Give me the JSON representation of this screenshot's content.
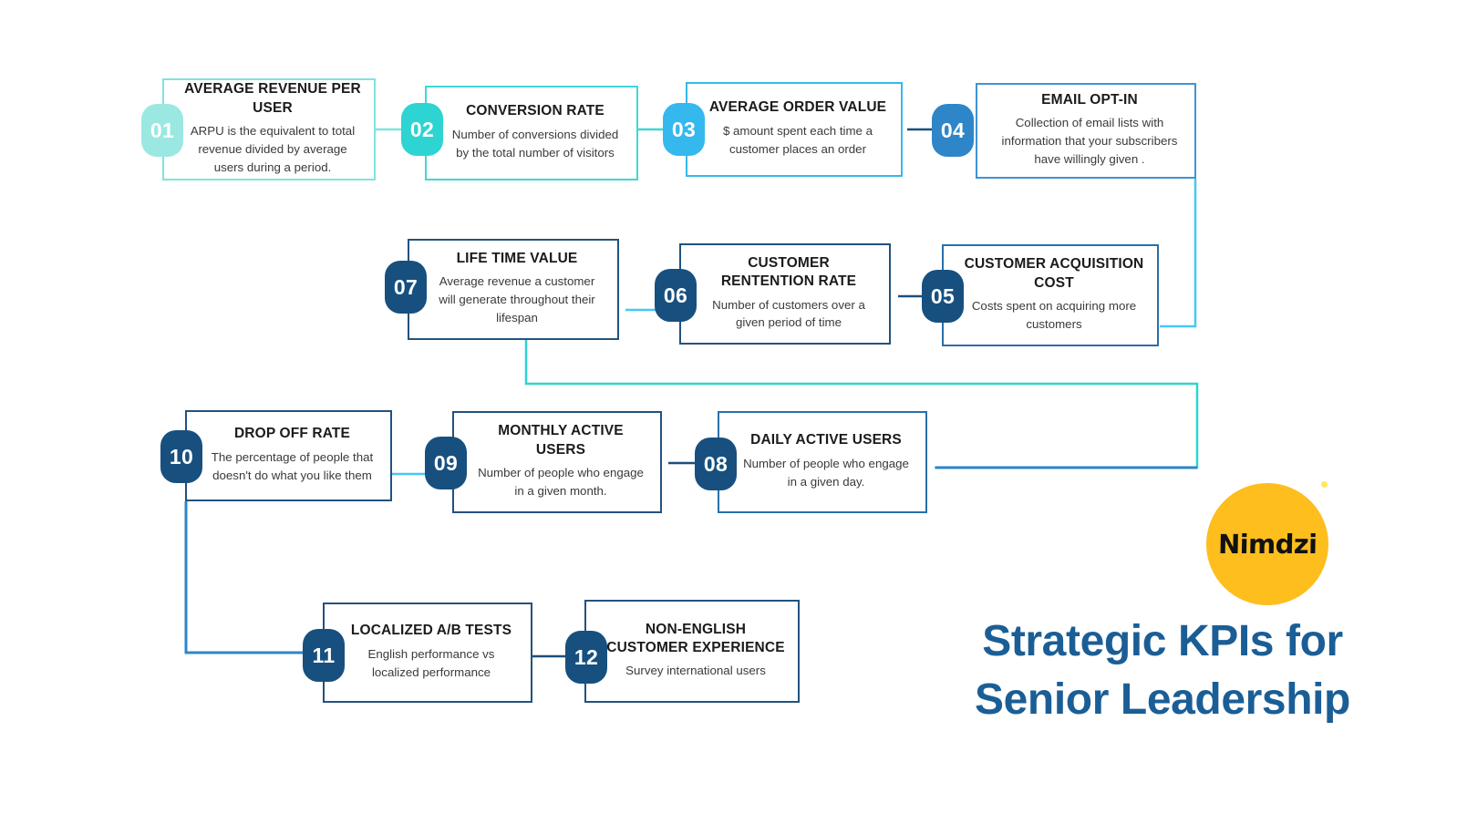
{
  "brand": {
    "logo_text": "Nimdzi",
    "logo_bg": "#FDBE1E",
    "logo_dot_color": "#FFE95C",
    "logo_icon": "nimdzi-circle-logo"
  },
  "headline": {
    "line1": "Strategic KPIs for",
    "line2": "Senior Leadership",
    "color": "#1B5E96"
  },
  "palette": {
    "pale_teal": "#7FE3DF",
    "teal": "#2ED4D2",
    "sky": "#35B8EE",
    "blue": "#2E86C8",
    "steel_blue": "#2F7DBF",
    "navy": "#1B4F7E",
    "deep_navy": "#164C7E",
    "text_dark": "#1b1b1b",
    "text_body": "#3a3a3a"
  },
  "cards": [
    {
      "number": "01",
      "title": "AVERAGE REVENUE PER USER",
      "description": "ARPU is the equivalent to total revenue divided by average users during a period.",
      "border_color": "#7FE3DF",
      "badge_color": "#9BE8E3"
    },
    {
      "number": "02",
      "title": "CONVERSION RATE",
      "description": "Number of conversions divided by the total number of visitors",
      "border_color": "#3FD7D4",
      "badge_color": "#2ED4D2"
    },
    {
      "number": "03",
      "title": "AVERAGE ORDER VALUE",
      "description": "$ amount spent each time a customer places an order",
      "border_color": "#35B8EE",
      "badge_color": "#35B8EE"
    },
    {
      "number": "04",
      "title": "EMAIL OPT-IN",
      "description": "Collection of email lists with information that your subscribers have willingly given .",
      "border_color": "#3E93D6",
      "badge_color": "#2E86C8"
    },
    {
      "number": "05",
      "title": "CUSTOMER ACQUISITION COST",
      "description": "Costs spent on acquiring more customers",
      "border_color": "#2A6FA8",
      "badge_color": "#17507F"
    },
    {
      "number": "06",
      "title": "CUSTOMER RENTENTION RATE",
      "description": "Number of customers  over a given period of time",
      "border_color": "#22527F",
      "badge_color": "#17507F"
    },
    {
      "number": "07",
      "title": "LIFE TIME VALUE",
      "description": "Average revenue  a customer will generate throughout their lifespan",
      "border_color": "#22527F",
      "badge_color": "#17507F"
    },
    {
      "number": "08",
      "title": "DAILY ACTIVE USERS",
      "description": "Number of people who engage in a given day.",
      "border_color": "#2A6FA8",
      "badge_color": "#17507F"
    },
    {
      "number": "09",
      "title": "MONTHLY ACTIVE USERS",
      "description": "Number of people who engage in a given month.",
      "border_color": "#22527F",
      "badge_color": "#17507F"
    },
    {
      "number": "10",
      "title": "DROP OFF RATE",
      "description": "The percentage of people that doesn't do what you like them",
      "border_color": "#22527F",
      "badge_color": "#17507F"
    },
    {
      "number": "11",
      "title": "LOCALIZED A/B TESTS",
      "description": "English performance vs localized performance",
      "border_color": "#22527F",
      "badge_color": "#17507F"
    },
    {
      "number": "12",
      "title": "NON-ENGLISH CUSTOMER EXPERIENCE",
      "description": "Survey international users",
      "border_color": "#22527F",
      "badge_color": "#17507F"
    }
  ]
}
